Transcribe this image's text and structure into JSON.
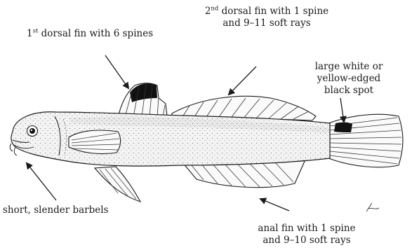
{
  "labels": {
    "first_dorsal_num": "1",
    "first_dorsal_sup": "st",
    "first_dorsal_rest": " dorsal fin with 6 spines",
    "second_dorsal_num": "2",
    "second_dorsal_sup": "nd",
    "second_dorsal_rest": " dorsal fin with 1 spine",
    "second_dorsal_line2": "and 9–11 soft rays",
    "spot_line1": "large white or",
    "spot_line2": "yellow-edged",
    "spot_line3": "black spot",
    "barbels": "short, slender barbels",
    "anal_line1": "anal fin with 1 spine",
    "anal_line2": "and 9–10 soft rays"
  },
  "colors": {
    "ink": "#1a1a1a",
    "body_fill": "#f3f3f3",
    "fin_fill": "#fafafa",
    "spot": "#111111"
  }
}
